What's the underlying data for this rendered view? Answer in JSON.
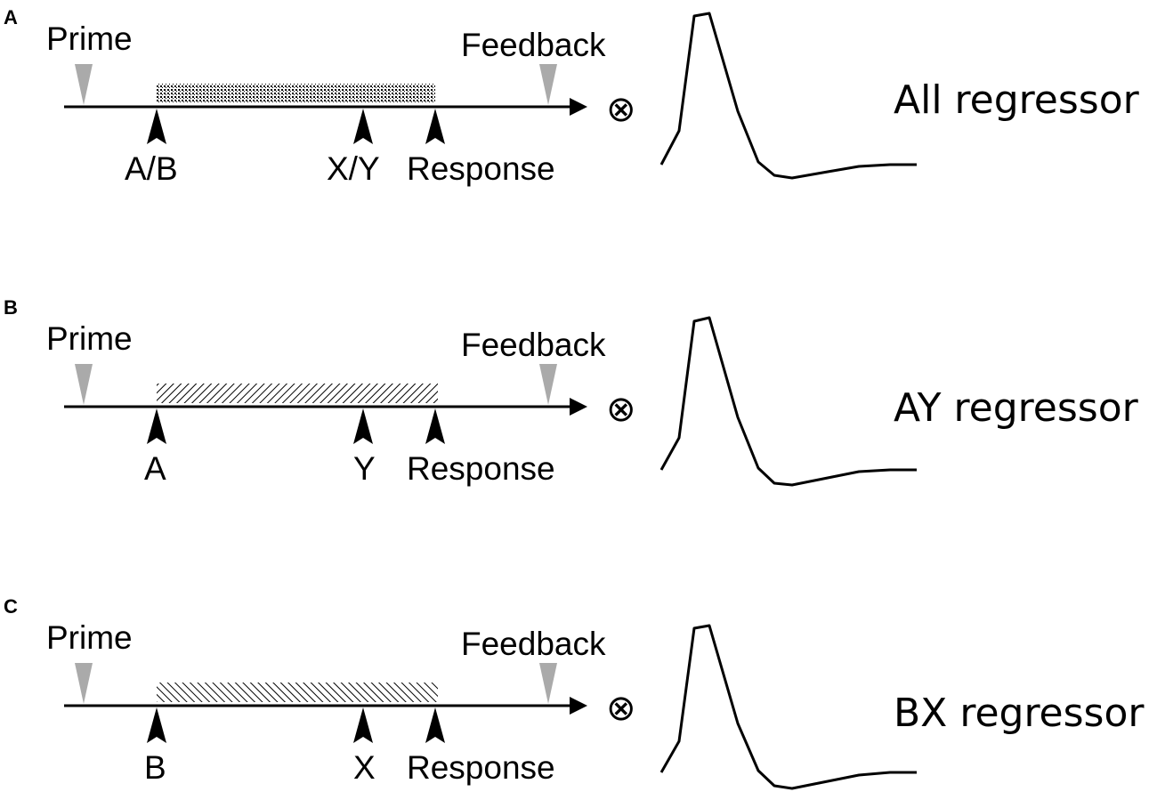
{
  "panels": [
    {
      "letter": "A",
      "prime_label": "Prime",
      "feedback_label": "Feedback",
      "cue_label": "A/B",
      "probe_label": "X/Y",
      "response_label": "Response",
      "operator": "⊗",
      "regressor_label": "All regressor",
      "fill_pattern": "dots"
    },
    {
      "letter": "B",
      "prime_label": "Prime",
      "feedback_label": "Feedback",
      "cue_label": "A",
      "probe_label": "Y",
      "response_label": "Response",
      "operator": "⊗",
      "regressor_label": "AY regressor",
      "fill_pattern": "hatch-forward"
    },
    {
      "letter": "C",
      "prime_label": "Prime",
      "feedback_label": "Feedback",
      "cue_label": "B",
      "probe_label": "X",
      "response_label": "Response",
      "operator": "⊗",
      "regressor_label": "BX regressor",
      "fill_pattern": "hatch-backward"
    }
  ],
  "colors": {
    "event_marker": "#000000",
    "onset_marker": "#aaaaaa",
    "line": "#000000"
  }
}
